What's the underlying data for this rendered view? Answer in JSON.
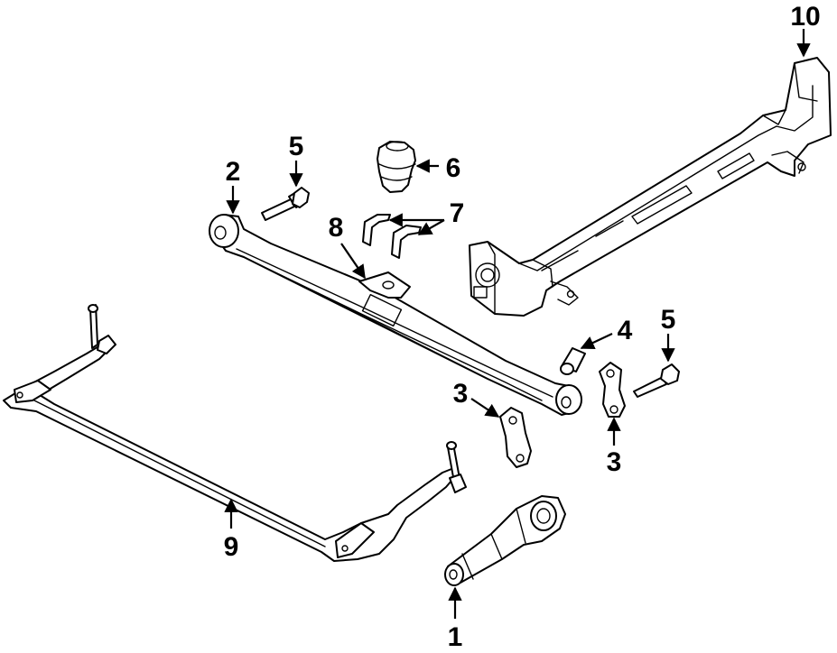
{
  "callouts": {
    "c1": "1",
    "c2": "2",
    "c3a": "3",
    "c3b": "3",
    "c4": "4",
    "c5a": "5",
    "c5b": "5",
    "c6": "6",
    "c7": "7",
    "c8": "8",
    "c9": "9",
    "c10": "10"
  },
  "colors": {
    "line": "#000000",
    "background": "#ffffff"
  }
}
